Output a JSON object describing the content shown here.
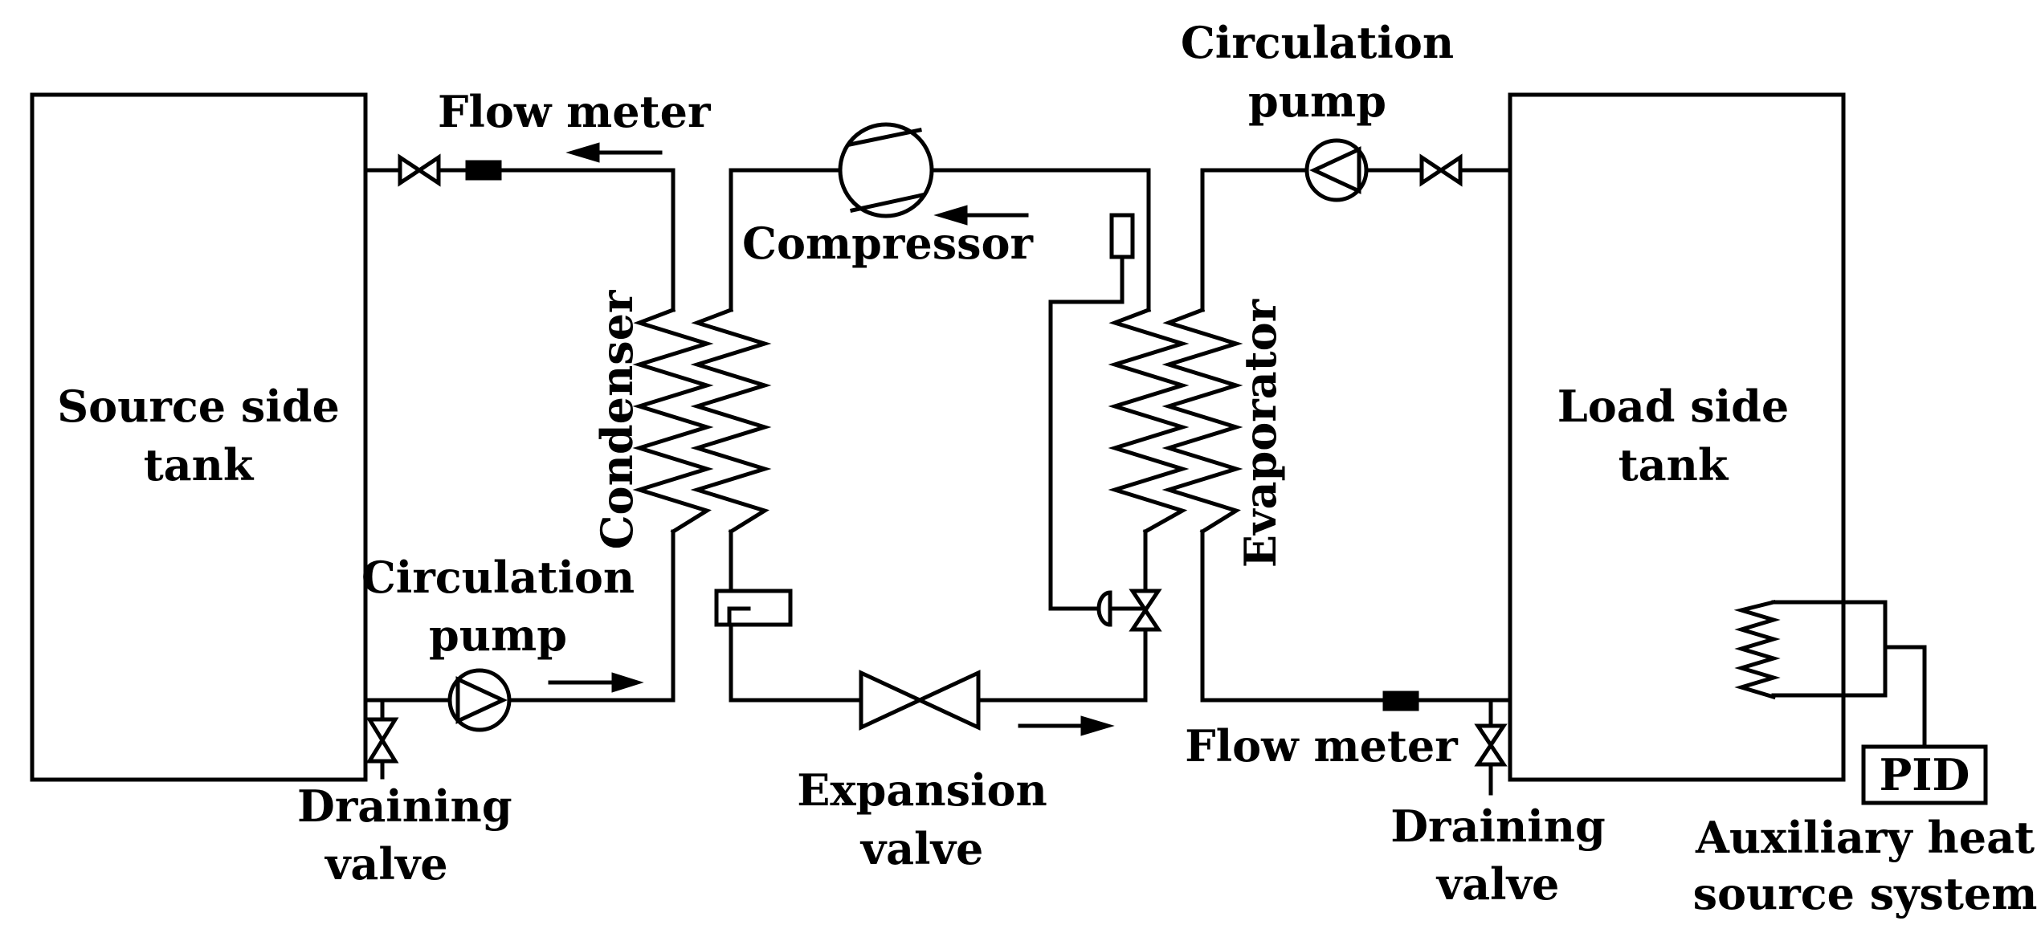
{
  "labels": {
    "source_tank": [
      "Source side",
      "tank"
    ],
    "load_tank": [
      "Load side",
      "tank"
    ],
    "flow_meter_top": "Flow meter",
    "flow_meter_bottom": "Flow meter",
    "compressor": "Compressor",
    "circulation_pump_top": [
      "Circulation",
      "pump"
    ],
    "circulation_pump_bottom": [
      "Circulation",
      "pump"
    ],
    "condenser": "Condenser",
    "evaporator": "Evaporator",
    "expansion_valve": [
      "Expansion",
      "valve"
    ],
    "draining_valve_left": [
      "Draining",
      "valve"
    ],
    "draining_valve_right": [
      "Draining",
      "valve"
    ],
    "pid": "PID",
    "auxiliary_heat": [
      "Auxiliary heat",
      "source system"
    ]
  }
}
